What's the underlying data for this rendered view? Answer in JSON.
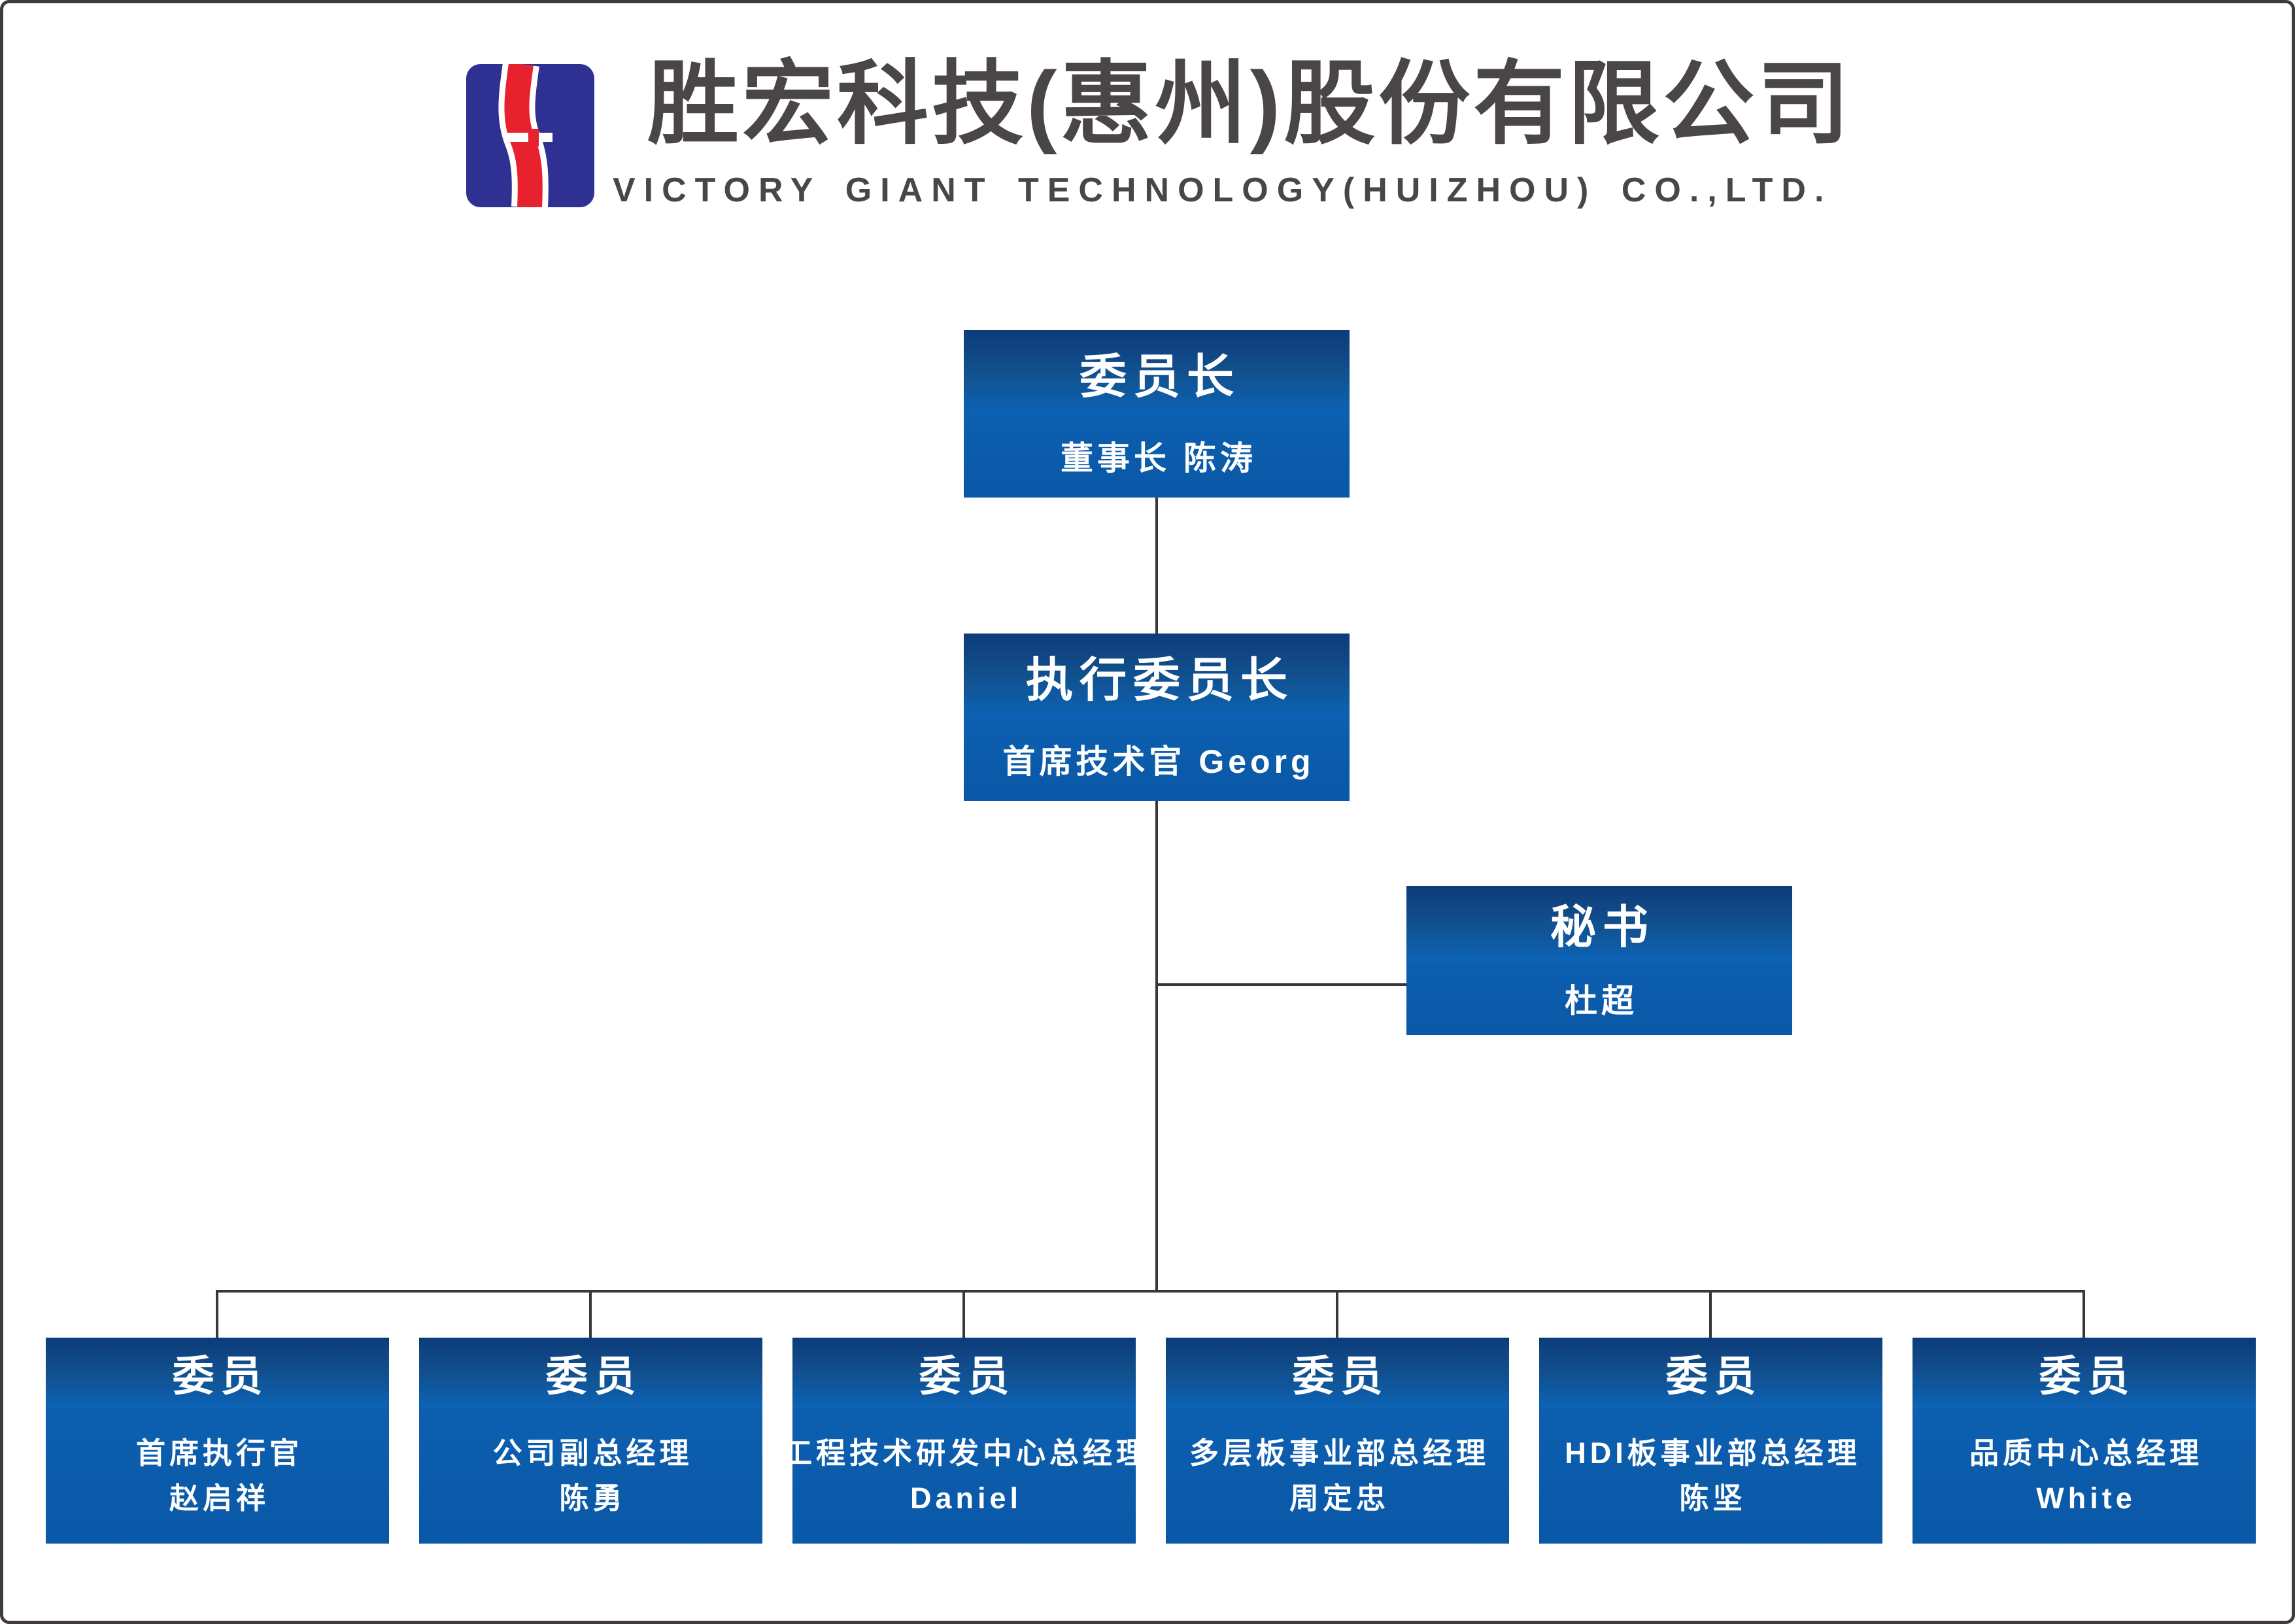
{
  "header": {
    "company_name_zh": "胜宏科技(惠州)股份有限公司",
    "company_name_en": "VICTORY GIANT TECHNOLOGY(HUIZHOU) CO.,LTD.",
    "text_color": "#4a4646",
    "logo": {
      "icon": "victory-giant-logo",
      "blue": "#2e3192",
      "red": "#e7212e"
    }
  },
  "org": {
    "chairman": {
      "title": "委员长",
      "subtitle": "董事长 陈涛"
    },
    "executive_chairman": {
      "title": "执行委员长",
      "subtitle": "首席技术官 Georg"
    },
    "secretary": {
      "title": "秘书",
      "subtitle": "杜超"
    },
    "members": [
      {
        "title": "委员",
        "line1": "首席执行官",
        "line2": "赵启祥"
      },
      {
        "title": "委员",
        "line1": "公司副总经理",
        "line2": "陈勇"
      },
      {
        "title": "委员",
        "line1": "工程技术研发中心总经理",
        "line2": "Daniel"
      },
      {
        "title": "委员",
        "line1": "多层板事业部总经理",
        "line2": "周定忠"
      },
      {
        "title": "委员",
        "line1": "HDI板事业部总经理",
        "line2": "陈坚"
      },
      {
        "title": "委员",
        "line1": "品质中心总经理",
        "line2": "White"
      }
    ],
    "colors": {
      "box_gradient_top": "#0e3b79",
      "box_gradient_bottom": "#0c63b5",
      "box_body_top": "#0d5fb0",
      "box_body_bottom": "#0a58a7",
      "connector": "#3a3636",
      "border": "#3f3b3b"
    }
  }
}
